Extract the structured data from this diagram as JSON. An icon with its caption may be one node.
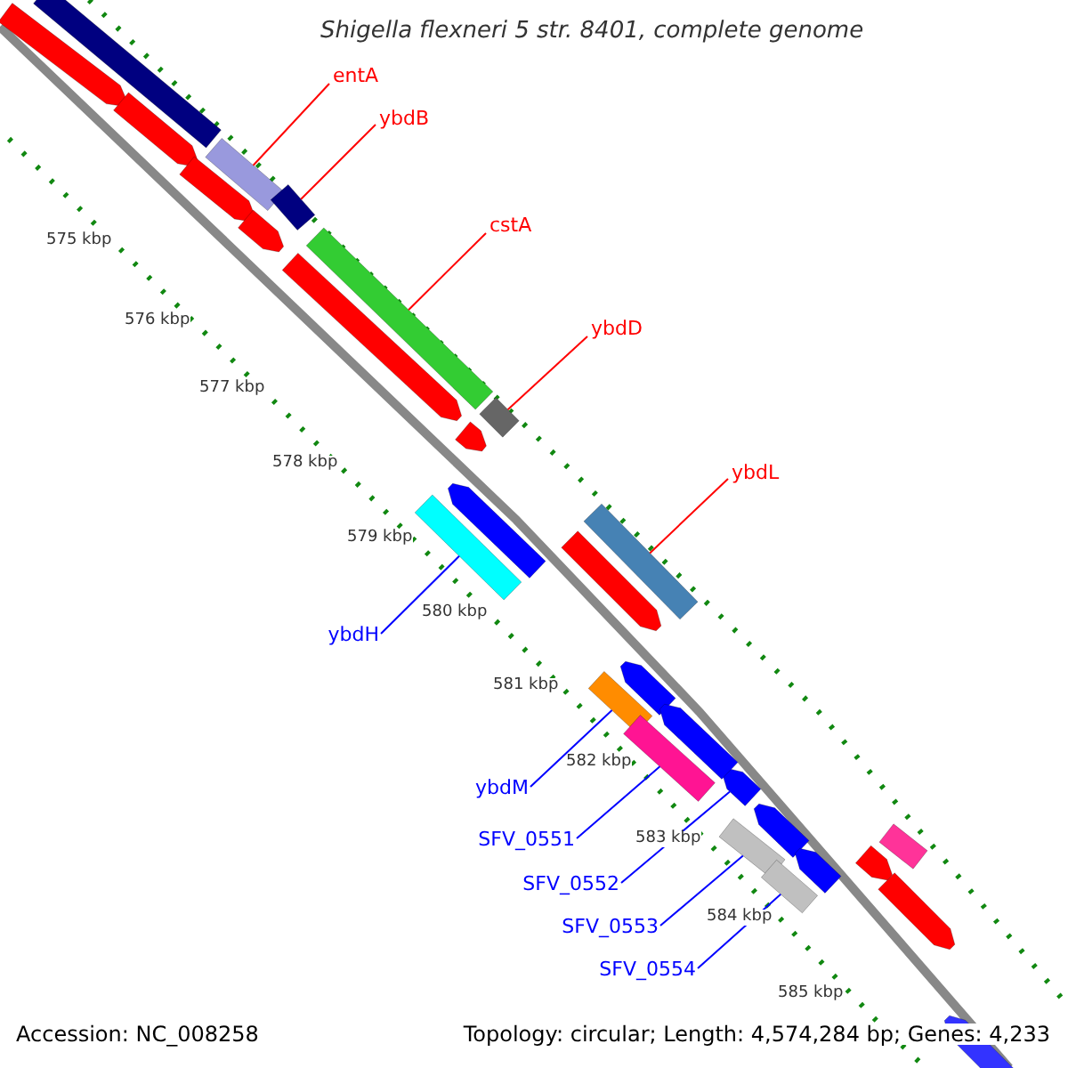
{
  "diagram": {
    "title": "Shigella flexneri 5 str. 8401, complete genome",
    "nodes": [
      {
        "text": [
          "entA"
        ]
      },
      {
        "text": [],
        "shape": "bar"
      },
      {
        "text": [
          "ybdB"
        ]
      },
      {
        "text": [],
        "shape": "bar"
      },
      {
        "text": [
          "cstA"
        ]
      },
      {
        "text": [],
        "shape": "bar"
      },
      {
        "text": [
          "ybdD"
        ]
      },
      {
        "text": [],
        "shape": "bar"
      },
      {
        "text": [
          "ybdL"
        ]
      },
      {
        "text": [],
        "shape": "bar"
      },
      {
        "text": [
          "ybdH"
        ]
      },
      {
        "text": [],
        "shape": "bar"
      },
      {
        "text": [
          "ybdM"
        ]
      },
      {
        "text": [],
        "shape": "bar"
      },
      {
        "text": [
          "SFV_0551"
        ]
      },
      {
        "text": [],
        "shape": "bar"
      },
      {
        "text": [
          "SFV_0552"
        ]
      },
      {
        "text": [],
        "shape": "bar"
      },
      {
        "text": [
          "SFV_0553"
        ]
      },
      {
        "text": [],
        "shape": "bar"
      },
      {
        "text": [
          "SFV_0554"
        ]
      },
      {
        "text": [],
        "shape": "bar"
      },
      {
        "text": [],
        "shape": "bar"
      },
      {
        "text": [],
        "shape": "bar"
      },
      {
        "text": [],
        "shape": "bar"
      },
      {
        "text": [],
        "shape": "bar"
      },
      {
        "text": [],
        "shape": "bar"
      },
      {
        "text": [],
        "shape": "bar"
      },
      {
        "text": [],
        "shape": "bar"
      },
      {
        "text": [],
        "shape": "bar"
      },
      {
        "text": [],
        "shape": "bar"
      },
      {
        "text": [],
        "shape": "bar"
      },
      {
        "text": [],
        "shape": "bar"
      },
      {
        "text": [],
        "shape": "bar"
      },
      {
        "text": [],
        "shape": "bar"
      },
      {
        "text": [],
        "shape": "bar"
      },
      {
        "text": [],
        "shape": "bar"
      },
      {
        "text": [],
        "shape": "bar"
      },
      {
        "text": [],
        "shape": "bar"
      }
    ],
    "edges": [
      {
        "from": 0,
        "to": 1,
        "arrow": "none",
        "color": "#ff0000"
      },
      {
        "from": 2,
        "to": 3,
        "arrow": "none",
        "color": "#ff0000"
      },
      {
        "from": 4,
        "to": 5,
        "arrow": "none",
        "color": "#ff0000"
      },
      {
        "from": 6,
        "to": 7,
        "arrow": "none",
        "color": "#ff0000"
      },
      {
        "from": 8,
        "to": 9,
        "arrow": "none",
        "color": "#ff0000"
      },
      {
        "from": 10,
        "to": 11,
        "arrow": "none"
      },
      {
        "from": 12,
        "to": 13,
        "arrow": "none"
      },
      {
        "from": 14,
        "to": 15,
        "arrow": "none"
      },
      {
        "from": 16,
        "to": 17,
        "arrow": "none"
      },
      {
        "from": 18,
        "to": 19,
        "arrow": "none"
      },
      {
        "from": 20,
        "to": 21,
        "arrow": "none"
      }
    ],
    "labels": [
      "575 kbp",
      "576 kbp",
      "577 kbp",
      "578 kbp",
      "579 kbp",
      "580 kbp",
      "581 kbp",
      "582 kbp",
      "583 kbp",
      "584 kbp",
      "585 kbp",
      "Accession: NC_008258",
      "Topology: circular; Length: 4,574,284 bp; Genes: 4,233"
    ]
  }
}
